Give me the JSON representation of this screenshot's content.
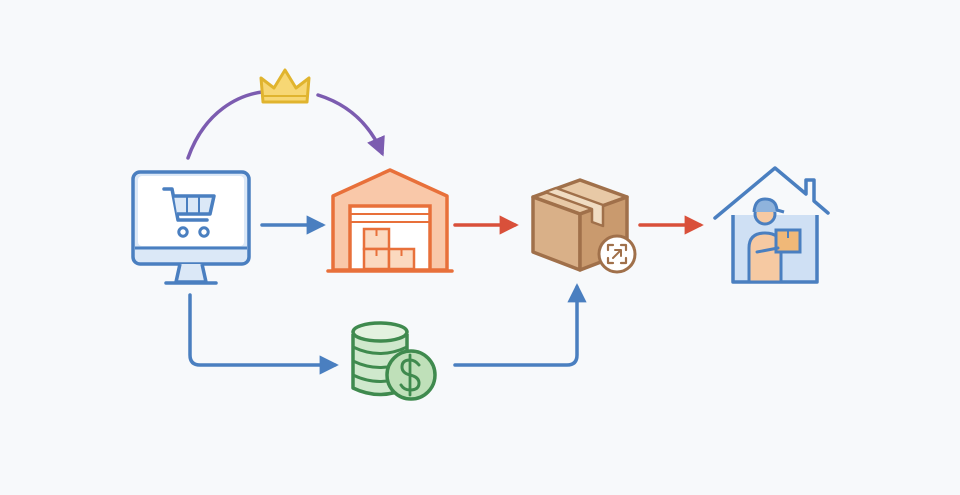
{
  "diagram": {
    "type": "process-flow",
    "background": "#f7f9fb",
    "nodes": [
      {
        "id": "online-store",
        "icon": "computer-monitor-shopping-cart-icon",
        "color": "#4a7fc0"
      },
      {
        "id": "warehouse",
        "icon": "warehouse-with-boxes-icon",
        "color": "#e8703a"
      },
      {
        "id": "package",
        "icon": "cardboard-package-with-scan-badge-icon",
        "color": "#a0704a"
      },
      {
        "id": "home-delivery",
        "icon": "house-with-delivery-person-icon",
        "color": "#4a7fc0"
      },
      {
        "id": "payment",
        "icon": "coin-stack-with-dollar-icon",
        "color": "#3f8a4e"
      },
      {
        "id": "premium",
        "icon": "crown-icon",
        "color": "#e0b42e"
      }
    ],
    "edges": [
      {
        "from": "online-store",
        "to": "warehouse",
        "color": "#4a7fc0"
      },
      {
        "from": "online-store",
        "to": "warehouse",
        "via": "premium",
        "color": "#7c5cb0"
      },
      {
        "from": "warehouse",
        "to": "package",
        "color": "#d9503a"
      },
      {
        "from": "package",
        "to": "home-delivery",
        "color": "#d9503a"
      },
      {
        "from": "online-store",
        "to": "payment",
        "color": "#4a7fc0"
      },
      {
        "from": "payment",
        "to": "package",
        "color": "#4a7fc0"
      }
    ]
  }
}
